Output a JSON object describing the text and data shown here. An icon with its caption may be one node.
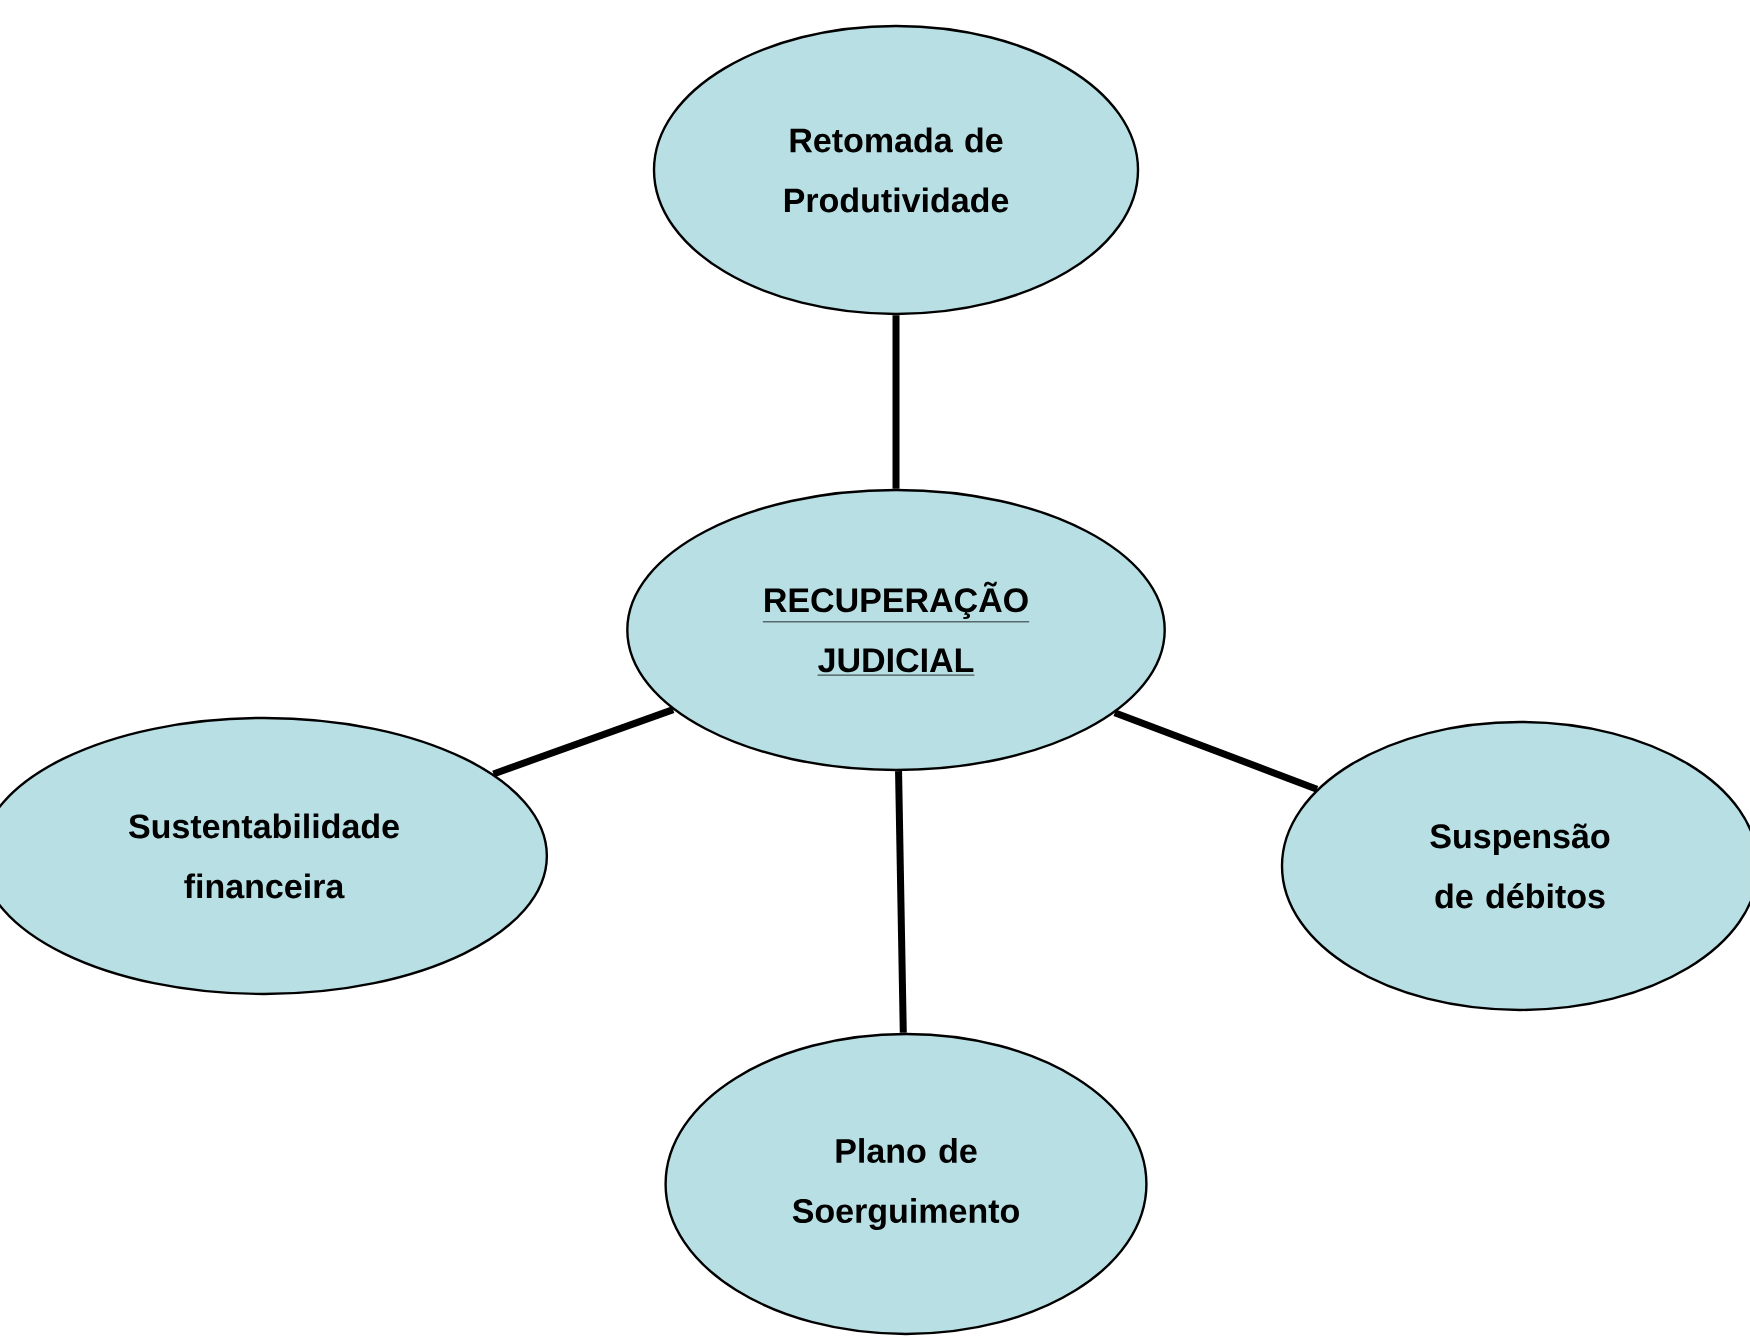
{
  "diagram": {
    "nodes": [
      {
        "text": [
          "Retomada de Produtividade"
        ]
      },
      {
        "text": [
          "RECUPERAÇÃO JUDICIAL"
        ]
      },
      {
        "text": [
          "Sustentabilidade financeira"
        ]
      },
      {
        "text": [
          "Suspensão de débitos"
        ]
      },
      {
        "text": [
          "Plano de Soerguimento"
        ]
      }
    ],
    "edges": [
      {
        "from": 1,
        "to": 0,
        "arrow": "none"
      },
      {
        "from": 1,
        "to": 2,
        "arrow": "none"
      },
      {
        "from": 1,
        "to": 3,
        "arrow": "none"
      },
      {
        "from": 1,
        "to": 4,
        "arrow": "none"
      }
    ]
  }
}
